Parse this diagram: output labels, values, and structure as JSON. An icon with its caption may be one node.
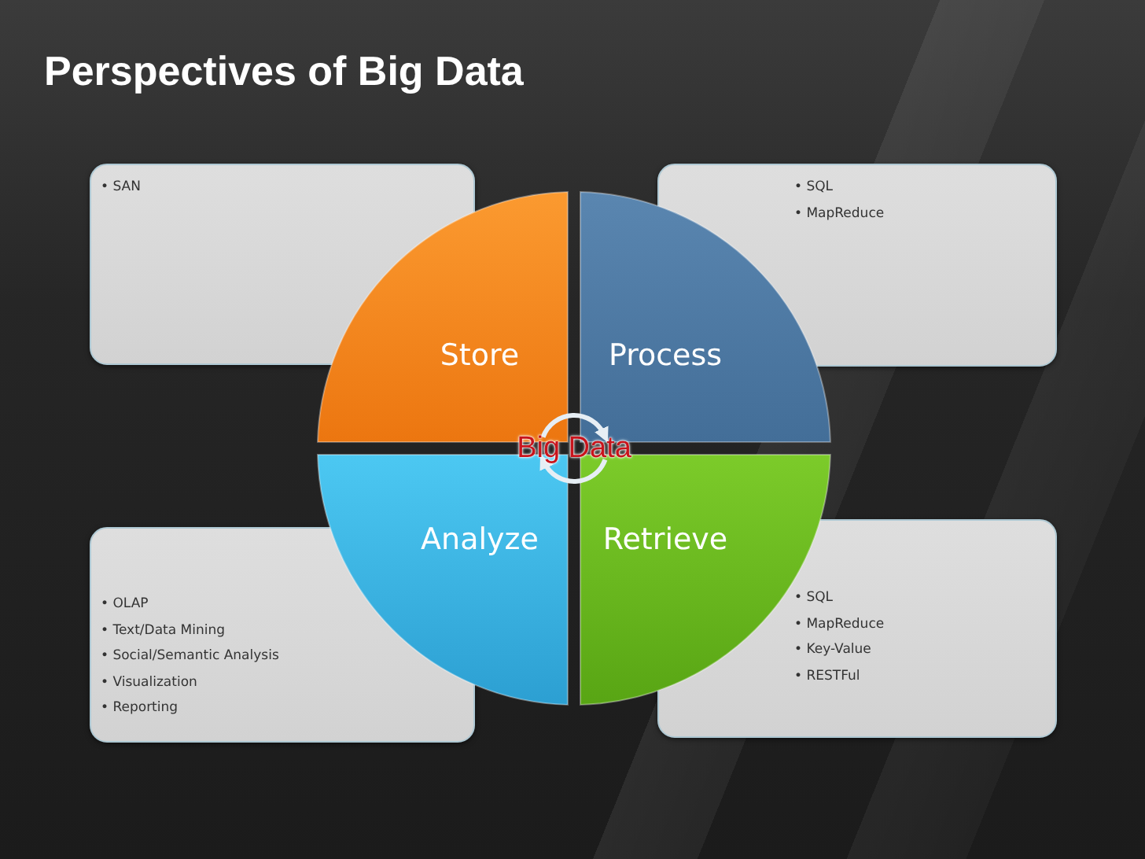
{
  "diagram": {
    "title": "Perspectives of Big Data",
    "nodes": [
      {
        "text": [
          "• SAN"
        ]
      },
      {
        "text": [
          "• SQL",
          "• MapReduce"
        ]
      },
      {
        "text": [
          "Store"
        ]
      },
      {
        "text": [
          "Process"
        ]
      },
      {
        "text": [
          "Big Data"
        ]
      },
      {
        "text": [
          "Analyze"
        ]
      },
      {
        "text": [
          "Retrieve"
        ]
      },
      {
        "text": [
          "• OLAP",
          "• Text/Data Mining",
          "• Social/Semantic Analysis",
          "• Visualization",
          "• Reporting"
        ]
      },
      {
        "text": [
          "• SQL",
          "• MapReduce",
          "• Key-Value",
          "• RESTFul"
        ]
      }
    ]
  }
}
